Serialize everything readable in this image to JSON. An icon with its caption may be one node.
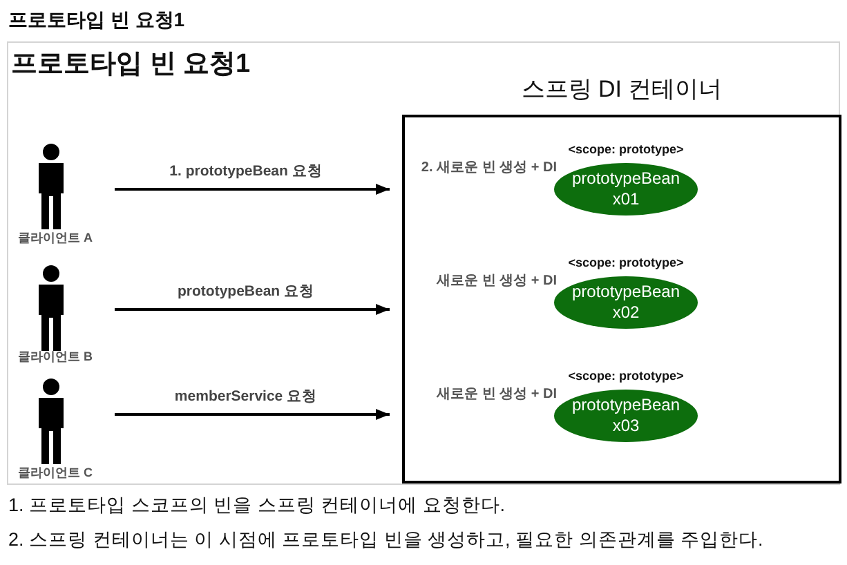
{
  "diagram": {
    "title": "프로토타입 빈 요청1",
    "nodes": [
      {
        "text": [
          "프로토타입 빈 요청1"
        ]
      },
      {
        "text": [
          "클라이언트 A"
        ],
        "in": 0
      },
      {
        "text": [
          "클라이언트 B"
        ],
        "in": 0
      },
      {
        "text": [
          "클라이언트 C"
        ],
        "in": 0
      },
      {
        "text": [
          "스프링 DI 컨테이너"
        ],
        "in": 0
      },
      {
        "text": [
          "prototypeBean x01"
        ],
        "in": 4,
        "beside": [
          "<scope: prototype>",
          "2. 새로운 빈 생성 + DI"
        ]
      },
      {
        "text": [
          "prototypeBean x02"
        ],
        "in": 4,
        "beside": [
          "<scope: prototype>",
          "새로운 빈 생성 + DI"
        ]
      },
      {
        "text": [
          "prototypeBean x03"
        ],
        "in": 4,
        "beside": [
          "<scope: prototype>",
          "새로운 빈 생성 + DI"
        ]
      }
    ],
    "edges": [
      {
        "from": 1,
        "to": 4,
        "arrow": "to",
        "label": "1. prototypeBean 요청"
      },
      {
        "from": 2,
        "to": 4,
        "arrow": "to",
        "label": "prototypeBean 요청"
      },
      {
        "from": 3,
        "to": 4,
        "arrow": "to",
        "label": "memberService 요청"
      }
    ],
    "labels": [
      "1. 프로토타입 스코프의 빈을 스프링 컨테이너에 요청한다.",
      "2. 스프링 컨테이너는 이 시점에 프로토타입 빈을 생성하고, 필요한 의존관계를 주입한다."
    ]
  }
}
